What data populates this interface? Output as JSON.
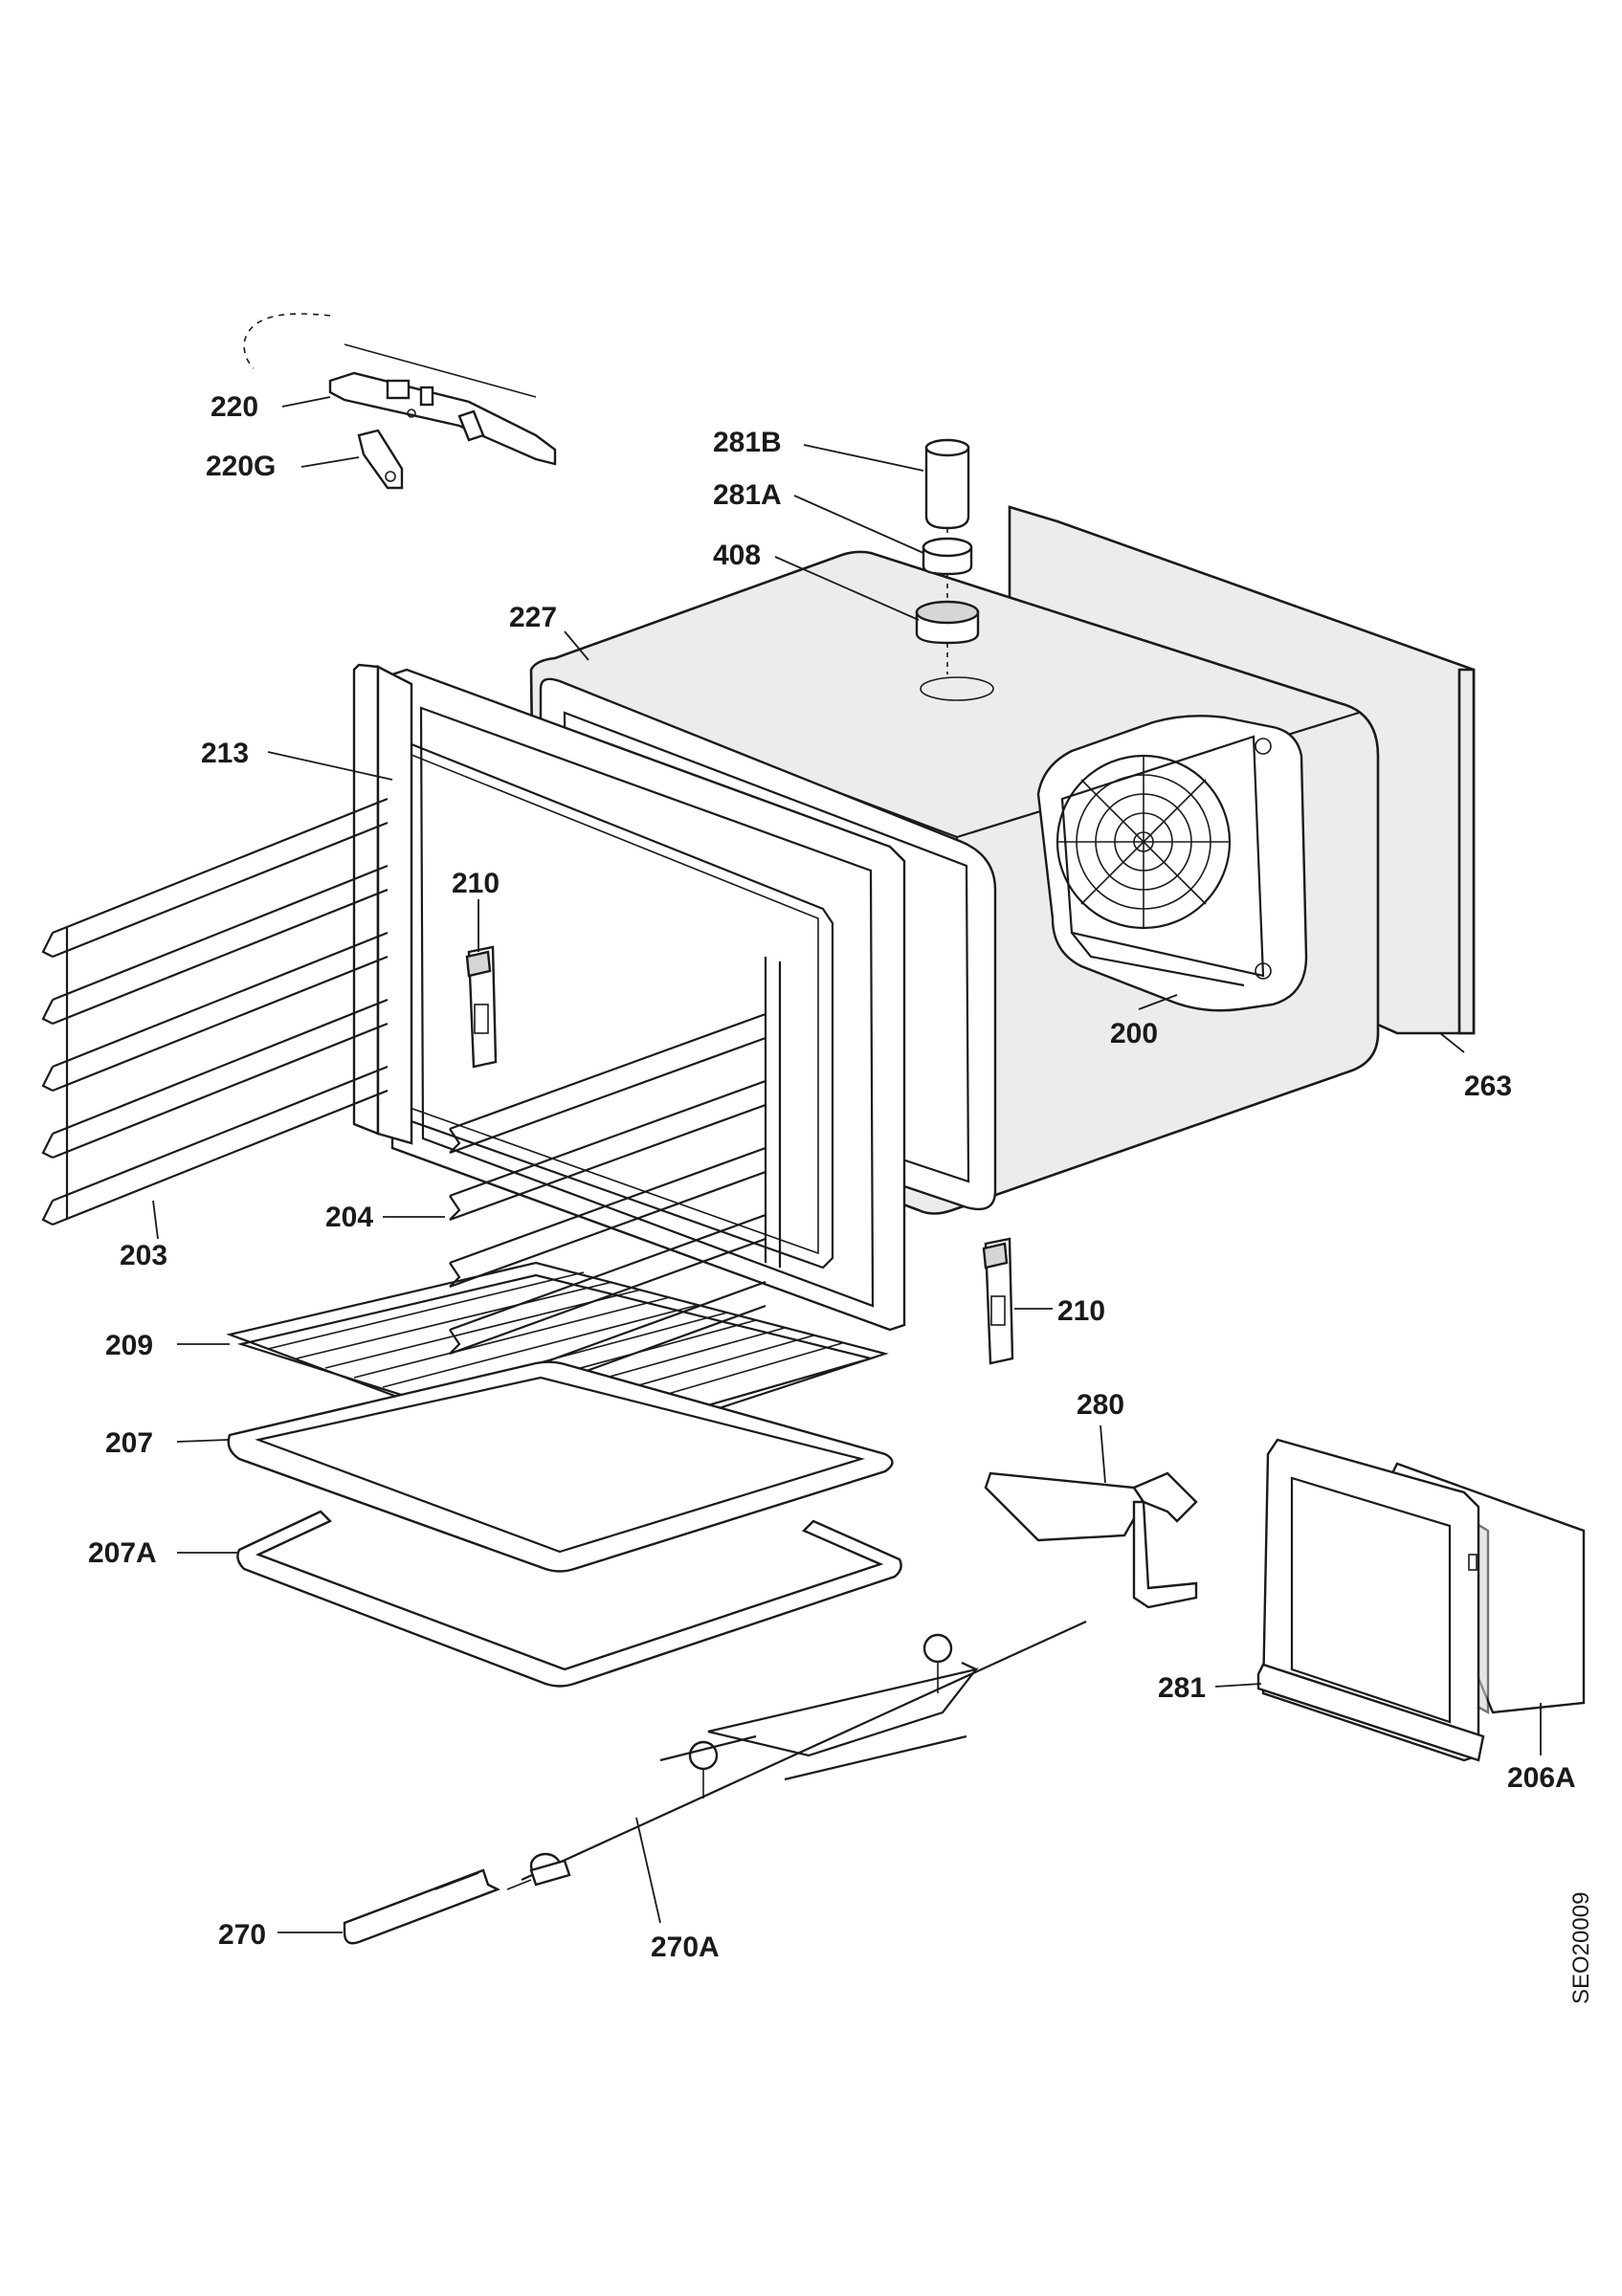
{
  "labels": {
    "p220": "220",
    "p220G": "220G",
    "p281B": "281B",
    "p281A": "281A",
    "p408": "408",
    "p227": "227",
    "p213": "213",
    "p210a": "210",
    "p200": "200",
    "p263": "263",
    "p203": "203",
    "p204": "204",
    "p210b": "210",
    "p209": "209",
    "p280": "280",
    "p207": "207",
    "p207A": "207A",
    "p281": "281",
    "p206A": "206A",
    "p270": "270",
    "p270A": "270A"
  },
  "document_code": "SEO20009"
}
